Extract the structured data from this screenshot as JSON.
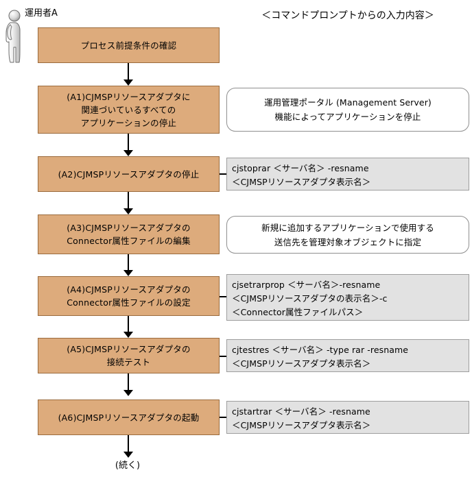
{
  "diagram": {
    "actor": {
      "icon": "person-icon",
      "label": "運用者A"
    },
    "column_header": "＜コマンドプロンプトからの入力内容＞",
    "end_label": "(続く)",
    "colors": {
      "process_fill": "#ddab7c",
      "process_border": "#9a6a3c",
      "command_fill": "#e2e2e2",
      "command_border": "#9d9d9d",
      "note_border": "#8e8e8e",
      "line": "#000000"
    },
    "steps": [
      {
        "id": "step-0",
        "process": "プロセス前提条件の確認",
        "side": null,
        "side_type": null,
        "connector": false
      },
      {
        "id": "step-a1",
        "process": "(A1)CJMSPリソースアダプタに\n関連づいているすべての\nアプリケーションの停止",
        "side": "運用管理ポータル (Management Server)\n機能によってアプリケーションを停止",
        "side_type": "note",
        "connector": false
      },
      {
        "id": "step-a2",
        "process": "(A2)CJMSPリソースアダプタの停止",
        "side": "cjstoprar ＜サーバ名＞ -resname\n＜CJMSPリソースアダプタ表示名＞",
        "side_type": "command",
        "connector": true
      },
      {
        "id": "step-a3",
        "process": "(A3)CJMSPリソースアダプタの\nConnector属性ファイルの編集",
        "side": "新規に追加するアプリケーションで使用する\n送信先を管理対象オブジェクトに指定",
        "side_type": "note",
        "connector": false
      },
      {
        "id": "step-a4",
        "process": "(A4)CJMSPリソースアダプタの\nConnector属性ファイルの設定",
        "side": "cjsetrarprop ＜サーバ名＞-resname\n＜CJMSPリソースアダプタの表示名＞-c\n＜Connector属性ファイルパス＞",
        "side_type": "command",
        "connector": true
      },
      {
        "id": "step-a5",
        "process": "(A5)CJMSPリソースアダプタの\n接続テスト",
        "side": "cjtestres ＜サーバ名＞ -type rar -resname\n＜CJMSPリソースアダプタ表示名＞",
        "side_type": "command",
        "connector": true
      },
      {
        "id": "step-a6",
        "process": "(A6)CJMSPリソースアダプタの起動",
        "side": "cjstartrar ＜サーバ名＞ -resname\n＜CJMSPリソースアダプタ表示名＞",
        "side_type": "command",
        "connector": true
      }
    ]
  }
}
